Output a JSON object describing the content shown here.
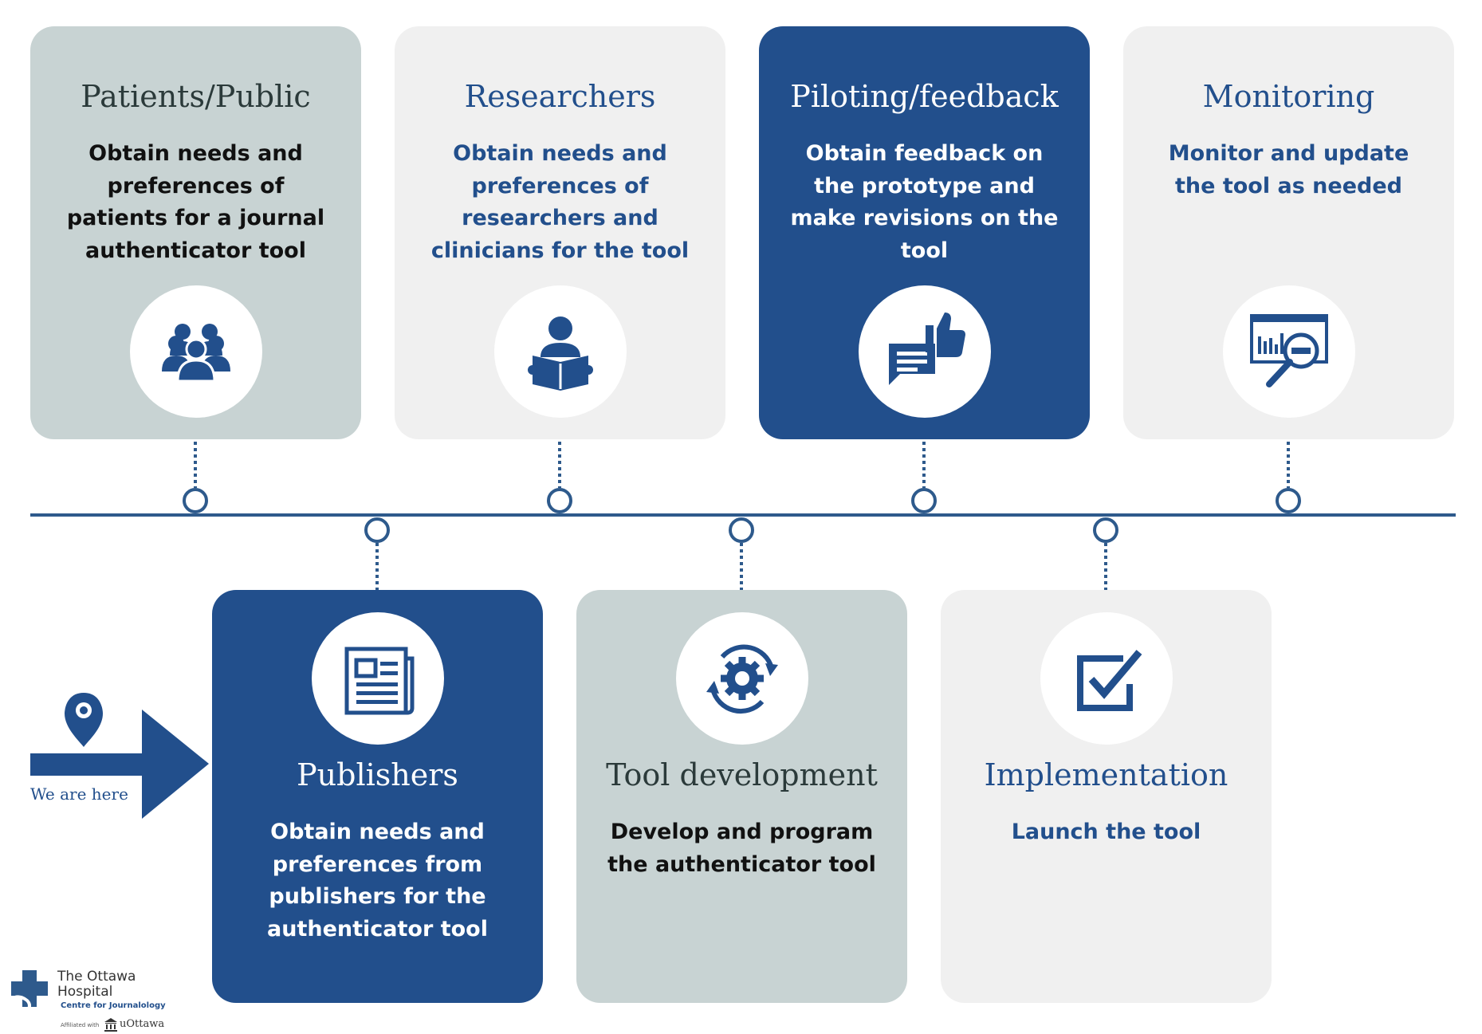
{
  "stages_top": [
    {
      "title": "Patients/Public",
      "desc": "Obtain needs and preferences of patients for a journal authenticator tool",
      "icon": "group-icon"
    },
    {
      "title": "Researchers",
      "desc": "Obtain needs and preferences of researchers and clinicians for the tool",
      "icon": "reader-icon"
    },
    {
      "title": "Piloting/feedback",
      "desc": "Obtain feedback on the prototype and make revisions on the tool",
      "icon": "thumbs-up-feedback-icon"
    },
    {
      "title": "Monitoring",
      "desc": "Monitor and update the tool as needed",
      "icon": "dashboard-magnifier-icon"
    }
  ],
  "stages_bottom": [
    {
      "title": "Publishers",
      "desc": "Obtain needs and preferences from publishers for the authenticator tool",
      "icon": "newspaper-icon"
    },
    {
      "title": "Tool development",
      "desc": "Develop and program the authenticator tool",
      "icon": "gear-cycle-icon"
    },
    {
      "title": "Implementation",
      "desc": "Launch the tool",
      "icon": "checkbox-icon"
    }
  ],
  "marker": {
    "label": "We are here",
    "icon": "location-pin-icon",
    "points_to": "Publishers"
  },
  "logo": {
    "name_line1": "The Ottawa",
    "name_line2": "Hospital",
    "subtitle": "Centre for Journalology",
    "affiliation": "Affiliated with",
    "university": "uOttawa"
  },
  "colors": {
    "dark_blue": "#224f8c",
    "grey": "#c8d3d3",
    "light": "#f0f0f0",
    "line": "#2e5a8c"
  }
}
